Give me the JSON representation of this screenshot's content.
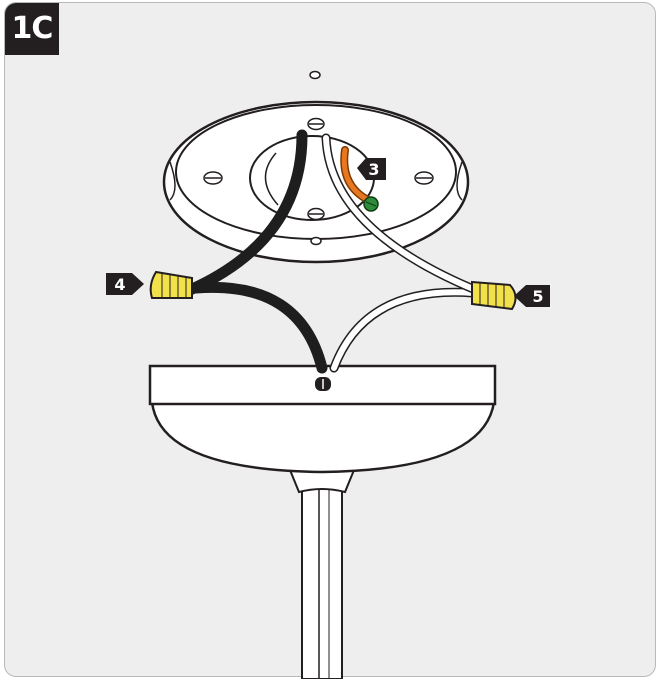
{
  "step_label": "1C",
  "callouts": {
    "ground_wire": "3",
    "black_connector": "4",
    "white_connector": "5"
  },
  "colors": {
    "panel_bg": "#eeeeee",
    "badge_bg": "#231f20",
    "black_wire": "#1e1e1e",
    "white_wire": "#ffffff",
    "ground_wire": "#e87722",
    "connector_yellow": "#f2e14a",
    "green_screw": "#2e8b3a"
  }
}
